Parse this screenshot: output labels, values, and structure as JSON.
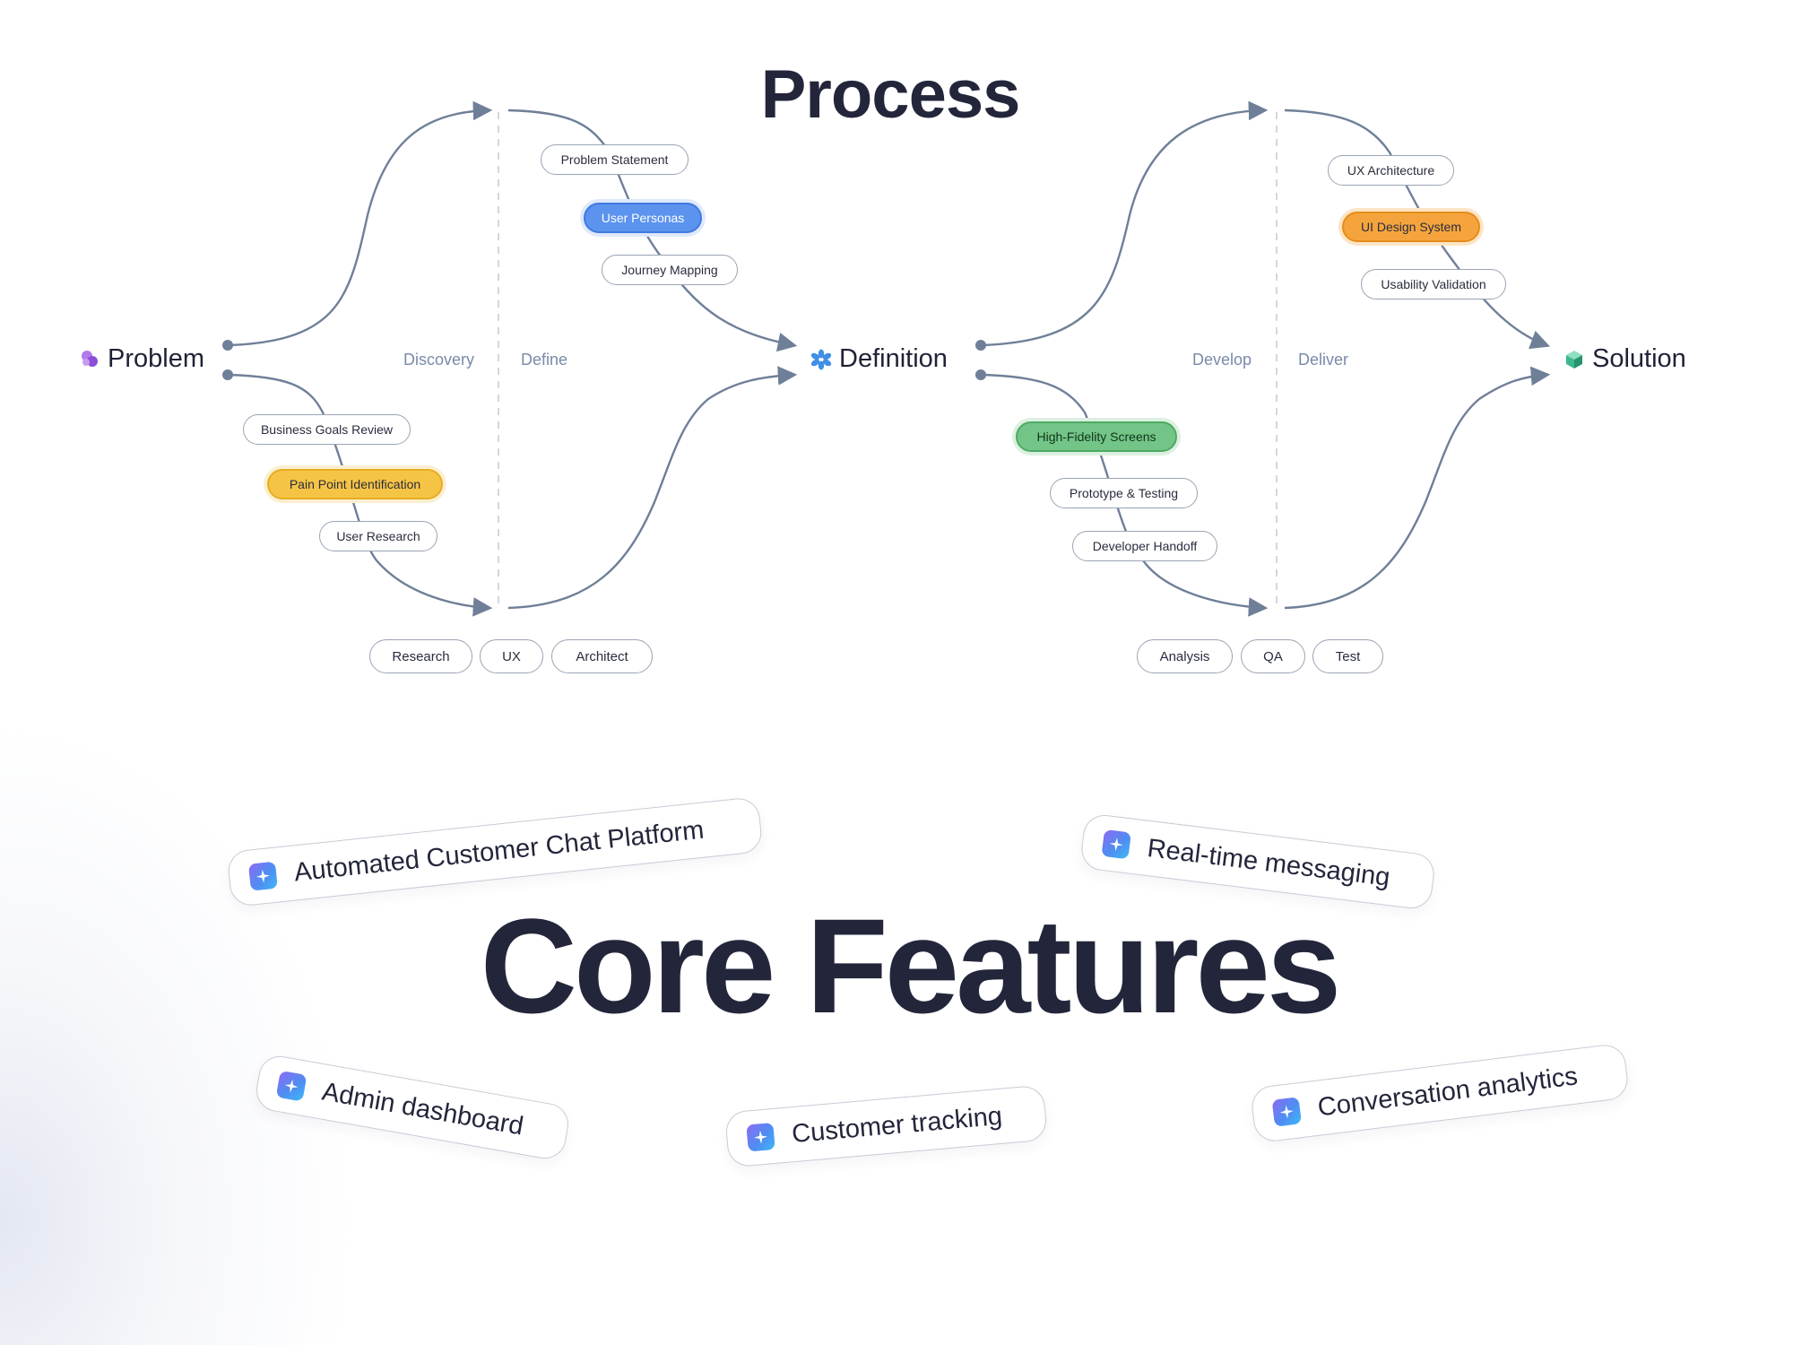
{
  "process_title": "Process",
  "nodes": {
    "problem": "Problem",
    "definition": "Definition",
    "solution": "Solution"
  },
  "phases": {
    "discovery": "Discovery",
    "define": "Define",
    "develop": "Develop",
    "deliver": "Deliver"
  },
  "steps": {
    "problem_statement": "Problem Statement",
    "user_personas": "User Personas",
    "journey_mapping": "Journey Mapping",
    "business_goals_review": "Business Goals Review",
    "pain_point_identification": "Pain Point Identification",
    "user_research": "User Research",
    "ux_architecture": "UX Architecture",
    "ui_design_system": "UI Design System",
    "usability_validation": "Usability Validation",
    "high_fidelity_screens": "High-Fidelity Screens",
    "prototype_testing": "Prototype & Testing",
    "developer_handoff": "Developer Handoff"
  },
  "tags_left": [
    "Research",
    "UX",
    "Architect"
  ],
  "tags_right": [
    "Analysis",
    "QA",
    "Test"
  ],
  "core_title": "Core Features",
  "features": [
    "Automated Customer Chat Platform",
    "Real-time messaging",
    "Admin dashboard",
    "Customer tracking",
    "Conversation analytics"
  ],
  "colors": {
    "text_dark": "#23263b",
    "connector": "#6f7f98",
    "phase_label": "#7a8aa8",
    "highlight_blue": "#5b93ee",
    "highlight_yellow": "#f6c445",
    "highlight_orange": "#f5a43d",
    "highlight_green": "#72c586"
  },
  "icons": {
    "problem": "purple-cluster-icon",
    "definition": "blue-asterisk-icon",
    "solution": "green-cube-icon",
    "feature": "sparkle-icon"
  }
}
